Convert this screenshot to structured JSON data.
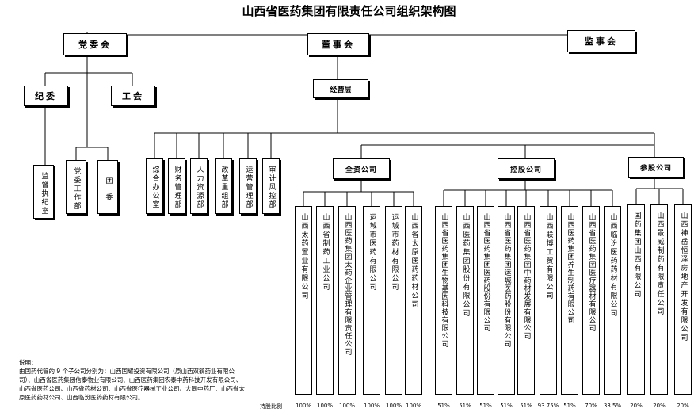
{
  "title": "山西省医药集团有限责任公司组织架构图",
  "top": {
    "party": "党委会",
    "board": "董事会",
    "supervisors": "监事会",
    "discipline": "纪委",
    "union": "工会",
    "management": "经营层"
  },
  "party_depts": [
    "监督执纪室",
    "党委工作部",
    "团委"
  ],
  "functional_depts": [
    "综合办公室",
    "财务管理部",
    "人力资源部",
    "改革重组部",
    "运营管理部",
    "审计风控部"
  ],
  "groups": {
    "wholly_owned": "全资公司",
    "holding": "控股公司",
    "participating": "参股公司"
  },
  "wholly_owned_companies": [
    {
      "name": "山西太药置业有限公司",
      "pct": "100%"
    },
    {
      "name": "山西省制药工业公司",
      "pct": "100%"
    },
    {
      "name": "山西医药集团太药企业管理有限责任公司",
      "pct": "100%"
    },
    {
      "name": "运城市医药有限公司",
      "pct": "100%"
    },
    {
      "name": "运城市药材有限公司",
      "pct": "100%"
    },
    {
      "name": "山西省太原医药药材公司",
      "pct": "100%"
    }
  ],
  "holding_companies": [
    {
      "name": "山西省医药集团生物基因科技有限公司",
      "pct": "51%"
    },
    {
      "name": "山西医药集团股份有限公司",
      "pct": "51%"
    },
    {
      "name": "山西省医药集团医药股份有限公司",
      "pct": "51%"
    },
    {
      "name": "山西省医药集团运城医药股份有限公司",
      "pct": "51%"
    },
    {
      "name": "山西省医药集团中药材发展有限公司",
      "pct": "51%"
    },
    {
      "name": "山西联博工贸有限公司",
      "pct": "93.75%"
    },
    {
      "name": "山西医药集团养生制药有限公司",
      "pct": "51%"
    },
    {
      "name": "山西省医药集团医疗器材有限公司",
      "pct": "70%"
    },
    {
      "name": "山西临汾医药药材有限公司",
      "pct": "33.5%"
    }
  ],
  "participating_companies": [
    {
      "name": "国药集团山西有限公司",
      "pct": "20%"
    },
    {
      "name": "山西景威制药有限责任公司",
      "pct": "20%"
    },
    {
      "name": "山西神岳恒泽房地产开发有限公司",
      "pct": "20%"
    }
  ],
  "pct_label": "持股比例",
  "note": {
    "heading": "说明：",
    "text": "由国药代管的 9 个子公司分别为：山西国耀投资有限公司（原山西双鹤药业有限公司）、山西省医药集团信泰物业有限公司、山西医药集团农泰中药科技开发有限公司、山西省医药公司、山西省药材公司、山西省医疗器械工业公司、大同中药厂、山西省太原医药药材公司、山西临汾医药药材有限公司。"
  }
}
